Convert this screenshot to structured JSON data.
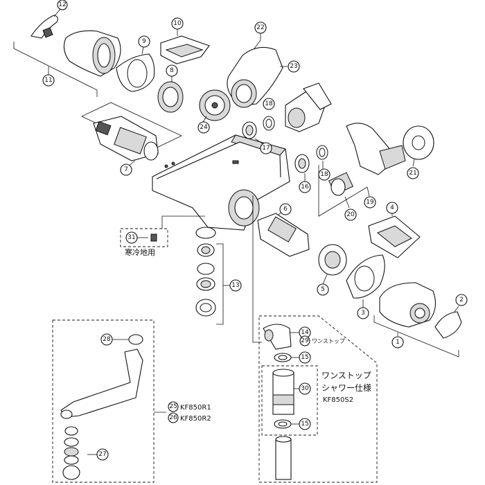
{
  "parts": [
    {
      "id": "n1",
      "label": "1"
    },
    {
      "id": "n2",
      "label": "2"
    },
    {
      "id": "n3",
      "label": "3"
    },
    {
      "id": "n4",
      "label": "4"
    },
    {
      "id": "n5",
      "label": "5"
    },
    {
      "id": "n6",
      "label": "6"
    },
    {
      "id": "n7",
      "label": "7"
    },
    {
      "id": "n8",
      "label": "8"
    },
    {
      "id": "n9",
      "label": "9"
    },
    {
      "id": "n10",
      "label": "10"
    },
    {
      "id": "n11",
      "label": "11"
    },
    {
      "id": "n12",
      "label": "12"
    },
    {
      "id": "n13",
      "label": "13"
    },
    {
      "id": "n14",
      "label": "14"
    },
    {
      "id": "n15a",
      "label": "15"
    },
    {
      "id": "n15b",
      "label": "15"
    },
    {
      "id": "n16",
      "label": "16"
    },
    {
      "id": "n17",
      "label": "17"
    },
    {
      "id": "n18a",
      "label": "18"
    },
    {
      "id": "n18b",
      "label": "18"
    },
    {
      "id": "n19",
      "label": "19"
    },
    {
      "id": "n20",
      "label": "20"
    },
    {
      "id": "n21",
      "label": "21"
    },
    {
      "id": "n22",
      "label": "22"
    },
    {
      "id": "n23",
      "label": "23"
    },
    {
      "id": "n24",
      "label": "24"
    },
    {
      "id": "n25",
      "label": "25"
    },
    {
      "id": "n26",
      "label": "26"
    },
    {
      "id": "n27",
      "label": "27"
    },
    {
      "id": "n28",
      "label": "28"
    },
    {
      "id": "n29",
      "label": "29"
    },
    {
      "id": "n30",
      "label": "30"
    },
    {
      "id": "n31",
      "label": "31"
    }
  ],
  "labels": {
    "cold_region": "寒冷地用",
    "onestop": "ワンストップ",
    "onestop_shower_line1": "ワンストップ",
    "onestop_shower_line2": "シャワー仕様",
    "onestop_model": "KF850S2",
    "model_r1": "KF850R1",
    "model_r2": "KF850R2"
  }
}
